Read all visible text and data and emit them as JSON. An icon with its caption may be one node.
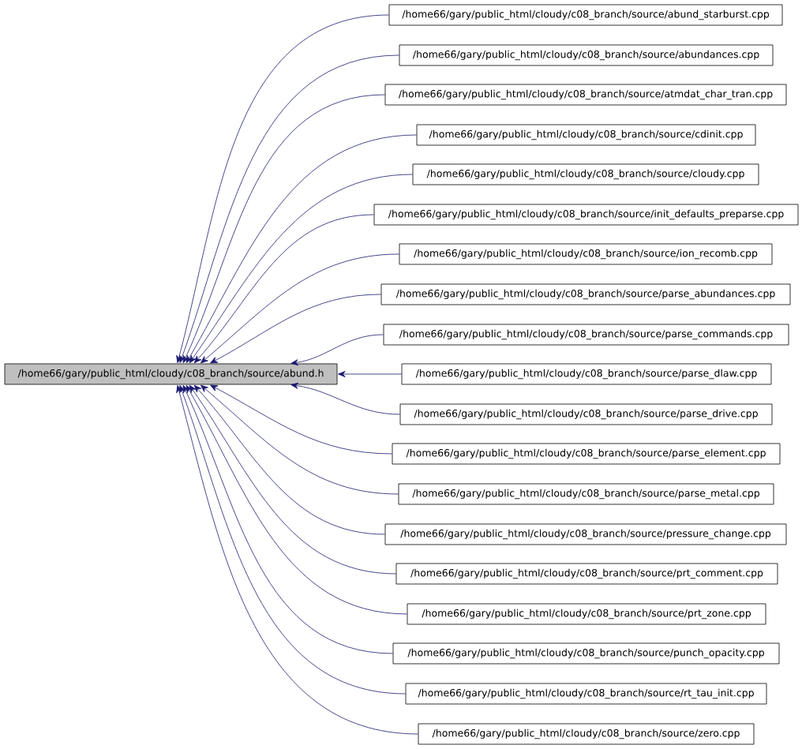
{
  "diagram": {
    "nodes": [
      {
        "text": [
          "/home66/gary/public_html/cloudy/c08_branch/source/abund.h"
        ]
      },
      {
        "text": [
          "/home66/gary/public_html/cloudy/c08_branch/source/abund_starburst.cpp"
        ]
      },
      {
        "text": [
          "/home66/gary/public_html/cloudy/c08_branch/source/abundances.cpp"
        ]
      },
      {
        "text": [
          "/home66/gary/public_html/cloudy/c08_branch/source/atmdat_char_tran.cpp"
        ]
      },
      {
        "text": [
          "/home66/gary/public_html/cloudy/c08_branch/source/cdinit.cpp"
        ]
      },
      {
        "text": [
          "/home66/gary/public_html/cloudy/c08_branch/source/cloudy.cpp"
        ]
      },
      {
        "text": [
          "/home66/gary/public_html/cloudy/c08_branch/source/init_defaults_preparse.cpp"
        ]
      },
      {
        "text": [
          "/home66/gary/public_html/cloudy/c08_branch/source/ion_recomb.cpp"
        ]
      },
      {
        "text": [
          "/home66/gary/public_html/cloudy/c08_branch/source/parse_abundances.cpp"
        ]
      },
      {
        "text": [
          "/home66/gary/public_html/cloudy/c08_branch/source/parse_commands.cpp"
        ]
      },
      {
        "text": [
          "/home66/gary/public_html/cloudy/c08_branch/source/parse_dlaw.cpp"
        ]
      },
      {
        "text": [
          "/home66/gary/public_html/cloudy/c08_branch/source/parse_drive.cpp"
        ]
      },
      {
        "text": [
          "/home66/gary/public_html/cloudy/c08_branch/source/parse_element.cpp"
        ]
      },
      {
        "text": [
          "/home66/gary/public_html/cloudy/c08_branch/source/parse_metal.cpp"
        ]
      },
      {
        "text": [
          "/home66/gary/public_html/cloudy/c08_branch/source/pressure_change.cpp"
        ]
      },
      {
        "text": [
          "/home66/gary/public_html/cloudy/c08_branch/source/prt_comment.cpp"
        ]
      },
      {
        "text": [
          "/home66/gary/public_html/cloudy/c08_branch/source/prt_zone.cpp"
        ]
      },
      {
        "text": [
          "/home66/gary/public_html/cloudy/c08_branch/source/punch_opacity.cpp"
        ]
      },
      {
        "text": [
          "/home66/gary/public_html/cloudy/c08_branch/source/rt_tau_init.cpp"
        ]
      },
      {
        "text": [
          "/home66/gary/public_html/cloudy/c08_branch/source/zero.cpp"
        ]
      }
    ],
    "edges": [
      {
        "from": 1,
        "to": 0,
        "arrow": "to"
      },
      {
        "from": 2,
        "to": 0,
        "arrow": "to"
      },
      {
        "from": 3,
        "to": 0,
        "arrow": "to"
      },
      {
        "from": 4,
        "to": 0,
        "arrow": "to"
      },
      {
        "from": 5,
        "to": 0,
        "arrow": "to"
      },
      {
        "from": 6,
        "to": 0,
        "arrow": "to"
      },
      {
        "from": 7,
        "to": 0,
        "arrow": "to"
      },
      {
        "from": 8,
        "to": 0,
        "arrow": "to"
      },
      {
        "from": 9,
        "to": 0,
        "arrow": "to"
      },
      {
        "from": 10,
        "to": 0,
        "arrow": "to"
      },
      {
        "from": 11,
        "to": 0,
        "arrow": "to"
      },
      {
        "from": 12,
        "to": 0,
        "arrow": "to"
      },
      {
        "from": 13,
        "to": 0,
        "arrow": "to"
      },
      {
        "from": 14,
        "to": 0,
        "arrow": "to"
      },
      {
        "from": 15,
        "to": 0,
        "arrow": "to"
      },
      {
        "from": 16,
        "to": 0,
        "arrow": "to"
      },
      {
        "from": 17,
        "to": 0,
        "arrow": "to"
      },
      {
        "from": 18,
        "to": 0,
        "arrow": "to"
      },
      {
        "from": 19,
        "to": 0,
        "arrow": "to"
      }
    ]
  }
}
